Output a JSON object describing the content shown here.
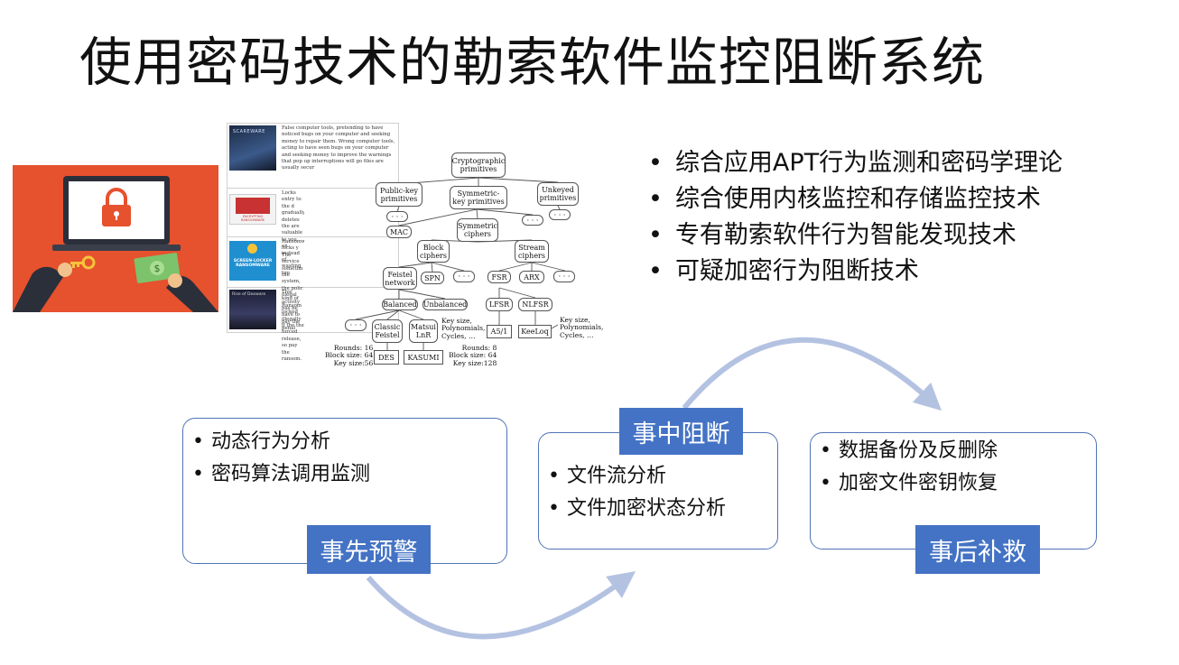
{
  "title": "使用密码技术的勒索软件监控阻断系统",
  "table": {
    "rows": [
      {
        "label": "SCAREWARE",
        "text": "False computer tools, pretending to have noticed bugs on your computer and seeking money to repair them. Wrong computer tools, acting to have seen bugs on your computer and seeking money to improve the warnings that pop up interruptions will go files are usually secur"
      },
      {
        "label": "ENCRYPTING RANSOMWARE",
        "text": "Locks entry to the d gradually deletes the are valuable to you an instead of wasting tim"
      },
      {
        "label": "SCREEN-LOCKER RANSOMWARE",
        "text": "Ransomware locks y The service sometim the system, the polic illegal activity has be have to pay the penal"
      },
      {
        "label": "Rise of Doxware",
        "text": "This kind of Ransom locked illegally if the the forced release, so pay the ransom."
      }
    ]
  },
  "tree": {
    "nodes": {
      "crypto": "Cryptographic primitives",
      "pubkey": "Public-key primitives",
      "symkey": "Symmetric-key primitives",
      "unkeyed": "Unkeyed primitives",
      "dots1": "· · ·",
      "dots2": "· · ·",
      "dots3": "· · ·",
      "mac": "MAC",
      "symciph": "Symmetric ciphers",
      "block": "Block ciphers",
      "stream": "Stream ciphers",
      "feistel": "Feistel network",
      "spn": "SPN",
      "dots4": "· · ·",
      "fsr": "FSR",
      "arx": "ARX",
      "dots5": "· · ·",
      "balanced": "Balanced",
      "unbalanced": "Unbalanced",
      "lfsr": "LFSR",
      "nlfsr": "NLFSR",
      "dots6": "· · ·",
      "classic": "Classic Feistel",
      "matsui": "Matsui LnR",
      "a51": "A5/1",
      "keeloq": "KeeLoq",
      "des": "DES",
      "kasumi": "KASUMI"
    },
    "labels": {
      "keysize1": "Key size,\nPolynomials,\nCycles, …",
      "keysize2": "Key size,\nPolynomials,\nCycles, …",
      "des_params": "Rounds: 16\nBlock size: 64\nKey size:56",
      "kasumi_params": "Rounds: 8\nBlock size: 64\nKey size:128"
    }
  },
  "bullets": [
    "综合应用APT行为监测和密码学理论",
    "综合使用内核监控和存储监控技术",
    "专有勒索软件行为智能发现技术",
    "可疑加密行为阻断技术"
  ],
  "stages": [
    {
      "tag": "事先预警",
      "items": [
        "动态行为分析",
        "密码算法调用监测"
      ]
    },
    {
      "tag": "事中阻断",
      "items": [
        "文件流分析",
        "文件加密状态分析"
      ]
    },
    {
      "tag": "事后补救",
      "items": [
        "数据备份及反删除",
        "加密文件密钥恢复"
      ]
    }
  ],
  "colors": {
    "accent": "#4473c5",
    "box_border": "#4f73b6",
    "arrow": "#b4c2e2",
    "illustration_bg": "#e6512e"
  }
}
